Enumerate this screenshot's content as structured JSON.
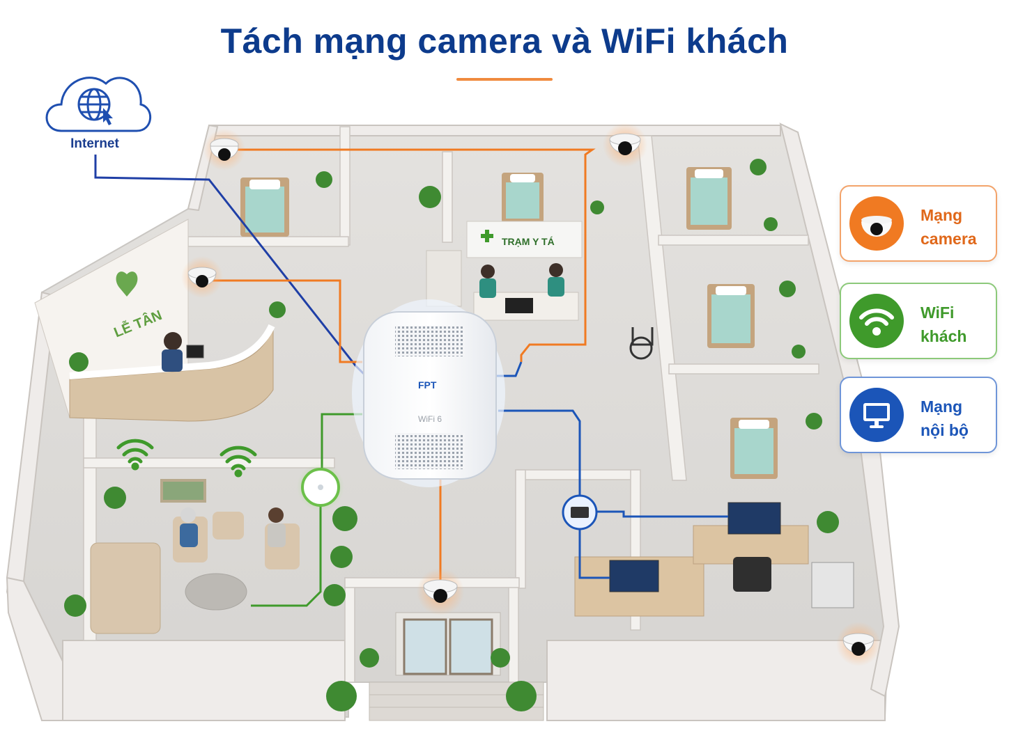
{
  "title": "Tách mạng camera và WiFi khách",
  "internet_label": "Internet",
  "router": {
    "brand": "FPT",
    "model": "WiFi 6"
  },
  "reception_sign": "LỄ TÂN",
  "nurse_station_sign": "TRẠM Y TÁ",
  "legend": [
    {
      "line1": "Mạng",
      "line2": "camera",
      "color": "#f07a22",
      "icon": "dome-camera-icon"
    },
    {
      "line1": "WiFi",
      "line2": "khách",
      "color": "#3f9a2b",
      "icon": "wifi-icon"
    },
    {
      "line1": "Mạng",
      "line2": "nội bộ",
      "color": "#1b55b8",
      "icon": "monitor-icon"
    }
  ],
  "colors": {
    "title": "#0d3b8c",
    "accent_rule": "#f08a3e",
    "camera_network": "#f07a22",
    "guest_wifi": "#3f9a2b",
    "internal_network": "#1b55b8",
    "internet_line": "#1f3fa6"
  }
}
